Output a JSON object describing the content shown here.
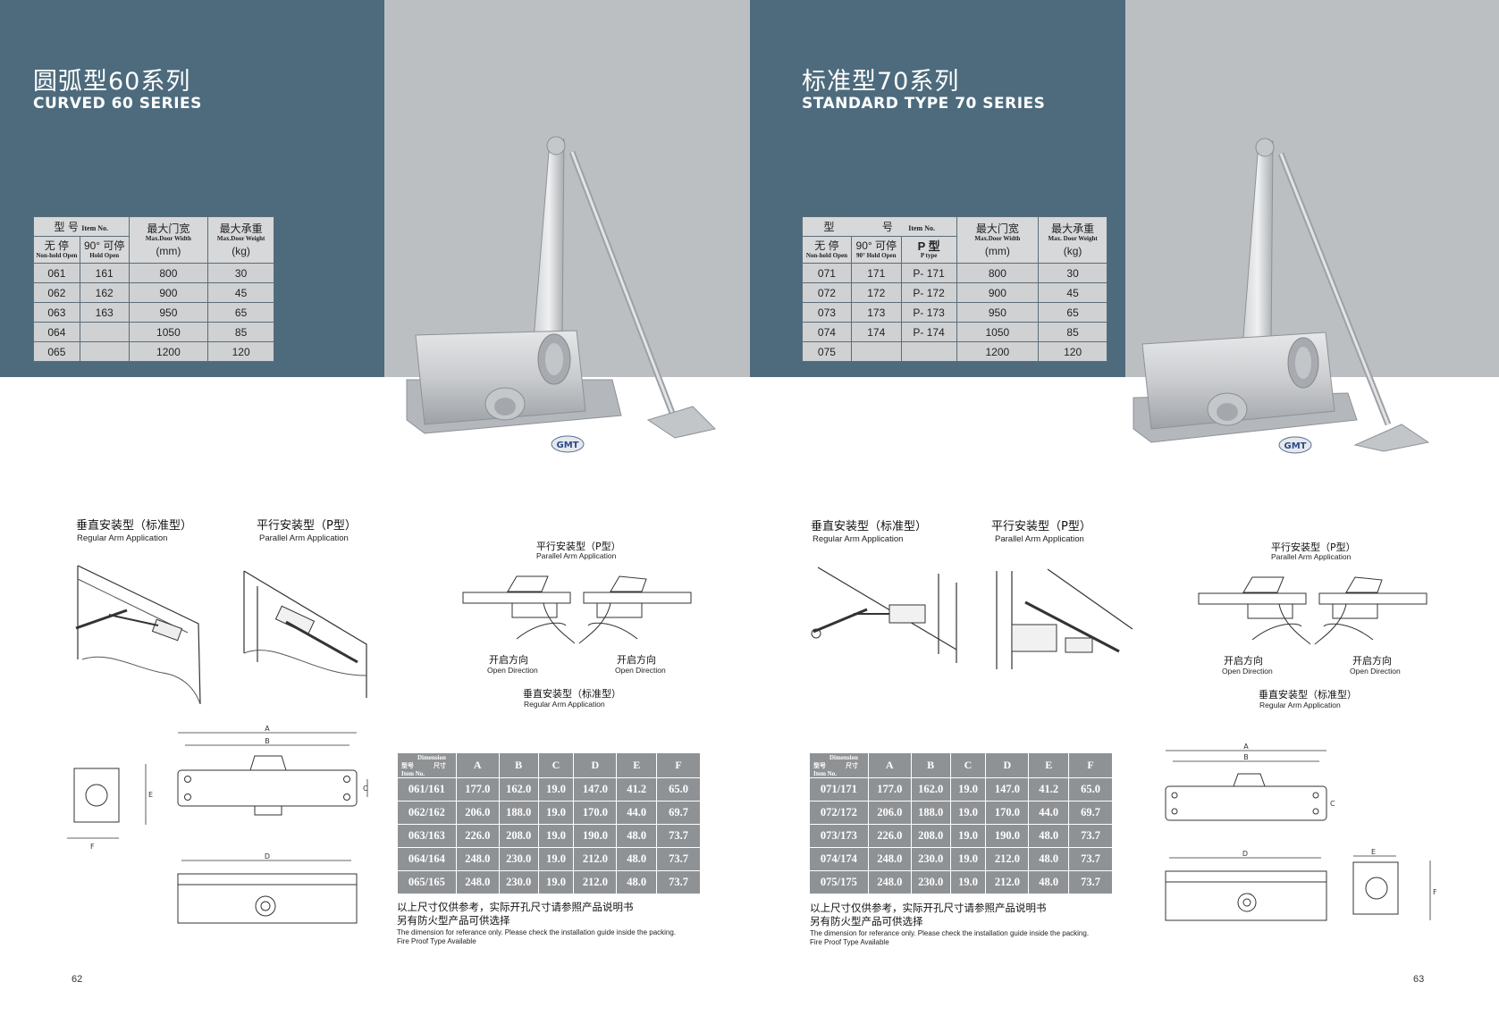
{
  "left": {
    "title_cn": "圆弧型60系列",
    "title_en": "CURVED 60 SERIES",
    "spec": {
      "h_model_cn": "型 号",
      "h_model_en": "Item No.",
      "h_width_cn": "最大门宽",
      "h_width_en": "Max.Door Width",
      "h_width_unit": "(mm)",
      "h_weight_cn": "最大承重",
      "h_weight_en": "Max.Door Weight",
      "h_weight_unit": "(kg)",
      "h_nonhold_cn": "无 停",
      "h_nonhold_en": "Non-hold Open",
      "h_hold_cn": "90° 可停",
      "h_hold_en": "Hold Open",
      "rows": [
        [
          "061",
          "161",
          "800",
          "30"
        ],
        [
          "062",
          "162",
          "900",
          "45"
        ],
        [
          "063",
          "163",
          "950",
          "65"
        ],
        [
          "064",
          "",
          "1050",
          "85"
        ],
        [
          "065",
          "",
          "1200",
          "120"
        ]
      ]
    },
    "regular_cn": "垂直安装型（标准型）",
    "regular_en": "Regular Arm Application",
    "parallel_cn": "平行安装型（P型）",
    "parallel_en": "Parallel Arm Application",
    "diag_top_cn": "平行安装型（P型）",
    "diag_top_en": "Parallel Arm Application",
    "open_cn": "开启方向",
    "open_en": "Open Direction",
    "diag_bottom_cn": "垂直安装型（标准型）",
    "diag_bottom_en": "Regular Arm Application",
    "dim": {
      "corner_dimension": "Dimension",
      "corner_model": "型号",
      "corner_size": "尺寸",
      "corner_item": "Item No.",
      "cols": [
        "A",
        "B",
        "C",
        "D",
        "E",
        "F"
      ],
      "rows": [
        [
          "061/161",
          "177.0",
          "162.0",
          "19.0",
          "147.0",
          "41.2",
          "65.0"
        ],
        [
          "062/162",
          "206.0",
          "188.0",
          "19.0",
          "170.0",
          "44.0",
          "69.7"
        ],
        [
          "063/163",
          "226.0",
          "208.0",
          "19.0",
          "190.0",
          "48.0",
          "73.7"
        ],
        [
          "064/164",
          "248.0",
          "230.0",
          "19.0",
          "212.0",
          "48.0",
          "73.7"
        ],
        [
          "065/165",
          "248.0",
          "230.0",
          "19.0",
          "212.0",
          "48.0",
          "73.7"
        ]
      ]
    },
    "note_cn_1": "以上尺寸仅供参考，实际开孔尺寸请参照产品说明书",
    "note_cn_2": "另有防火型产品可供选择",
    "note_en_1": "The dimension for referance only. Please check the installation guide inside the packing.",
    "note_en_2": "Fire Proof Type Available",
    "drawing_labels": {
      "a": "A",
      "b": "B",
      "c": "C",
      "d": "D",
      "e": "E",
      "f": "F"
    },
    "page_number": "62",
    "logo": "GMT"
  },
  "right": {
    "title_cn": "标准型70系列",
    "title_en": "STANDARD TYPE 70 SERIES",
    "spec": {
      "h_model_cn": "型",
      "h_model_cn2": "号",
      "h_model_en": "Item No.",
      "h_width_cn": "最大门宽",
      "h_width_en": "Max.Door Width",
      "h_width_unit": "(mm)",
      "h_weight_cn": "最大承重",
      "h_weight_en": "Max. Door Weight",
      "h_weight_unit": "(kg)",
      "h_nonhold_cn": "无 停",
      "h_nonhold_en": "Non-hold Open",
      "h_hold_cn": "90° 可停",
      "h_hold_en": "90° Hold Open",
      "h_ptype_cn": "P 型",
      "h_ptype_en": "P type",
      "rows": [
        [
          "071",
          "171",
          "P- 171",
          "800",
          "30"
        ],
        [
          "072",
          "172",
          "P- 172",
          "900",
          "45"
        ],
        [
          "073",
          "173",
          "P- 173",
          "950",
          "65"
        ],
        [
          "074",
          "174",
          "P- 174",
          "1050",
          "85"
        ],
        [
          "075",
          "",
          "",
          "1200",
          "120"
        ]
      ]
    },
    "regular_cn": "垂直安装型（标准型）",
    "regular_en": "Regular Arm Application",
    "parallel_cn": "平行安装型（P型）",
    "parallel_en": "Parallel Arm Application",
    "diag_top_cn": "平行安装型（P型）",
    "diag_top_en": "Parallel Arm Application",
    "open_cn": "开启方向",
    "open_en": "Open Direction",
    "diag_bottom_cn": "垂直安装型（标准型）",
    "diag_bottom_en": "Regular Arm Application",
    "dim": {
      "corner_dimension": "Dimension",
      "corner_model": "型号",
      "corner_size": "尺寸",
      "corner_item": "Item No.",
      "cols": [
        "A",
        "B",
        "C",
        "D",
        "E",
        "F"
      ],
      "rows": [
        [
          "071/171",
          "177.0",
          "162.0",
          "19.0",
          "147.0",
          "41.2",
          "65.0"
        ],
        [
          "072/172",
          "206.0",
          "188.0",
          "19.0",
          "170.0",
          "44.0",
          "69.7"
        ],
        [
          "073/173",
          "226.0",
          "208.0",
          "19.0",
          "190.0",
          "48.0",
          "73.7"
        ],
        [
          "074/174",
          "248.0",
          "230.0",
          "19.0",
          "212.0",
          "48.0",
          "73.7"
        ],
        [
          "075/175",
          "248.0",
          "230.0",
          "19.0",
          "212.0",
          "48.0",
          "73.7"
        ]
      ]
    },
    "note_cn_1": "以上尺寸仅供参考，实际开孔尺寸请参照产品说明书",
    "note_cn_2": "另有防火型产品可供选择",
    "note_en_1": "The dimension for referance only. Please check the installation guide inside the packing.",
    "note_en_2": "Fire Proof Type Available",
    "drawing_labels": {
      "a": "A",
      "b": "B",
      "c": "C",
      "d": "D",
      "e": "E",
      "f": "F"
    },
    "page_number": "63",
    "logo": "GMT"
  },
  "colors": {
    "band_blue": "#4d6b7d",
    "band_grey": "#bcbfc2",
    "dim_table_fill": "#8f9295",
    "spec_table_fill": "#cfd1d3"
  }
}
